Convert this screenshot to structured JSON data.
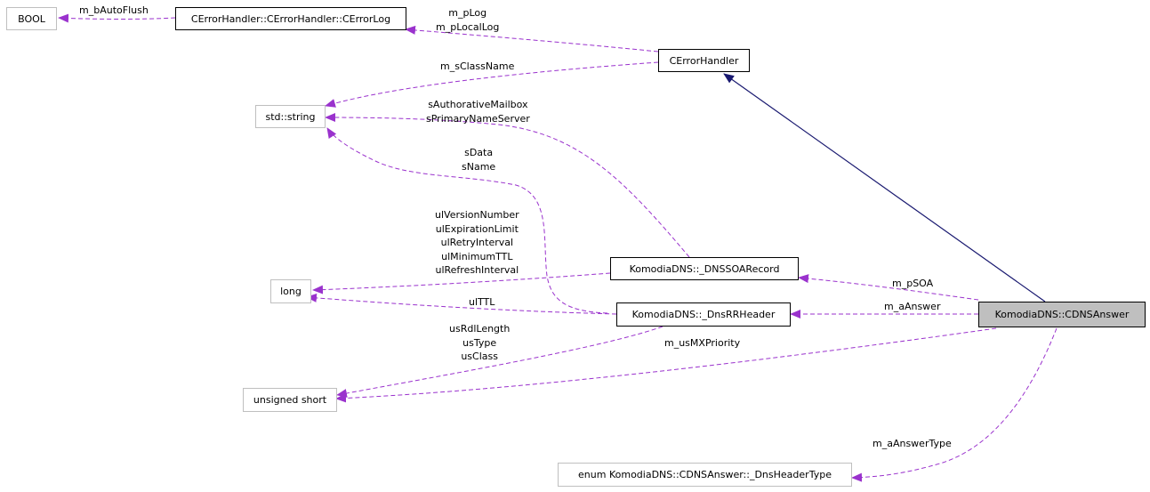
{
  "nodes": {
    "bool": "BOOL",
    "cerrorlog": "CErrorHandler::CErrorHandler::CErrorLog",
    "cerrorhandler": "CErrorHandler",
    "stdstring": "std::string",
    "soarecord": "KomodiaDNS::_DNSSOARecord",
    "long": "long",
    "rrheader": "KomodiaDNS::_DnsRRHeader",
    "cdnsanswer": "KomodiaDNS::CDNSAnswer",
    "ushort": "unsigned short",
    "headertype": "enum KomodiaDNS::CDNSAnswer::_DnsHeaderType"
  },
  "labels": {
    "autoflush": [
      "m_bAutoFlush"
    ],
    "plog": [
      "m_pLog",
      "m_pLocalLog"
    ],
    "classname": [
      "m_sClassName"
    ],
    "mailbox": [
      "sAuthorativeMailbox",
      "sPrimaryNameServer"
    ],
    "sdata": [
      "sData",
      "sName"
    ],
    "soalong": [
      "ulVersionNumber",
      "ulExpirationLimit",
      "ulRetryInterval",
      "ulMinimumTTL",
      "ulRefreshInterval"
    ],
    "psoa": [
      "m_pSOA"
    ],
    "ulttl": [
      "ulTTL"
    ],
    "aanswer": [
      "m_aAnswer"
    ],
    "rdl": [
      "usRdlLength",
      "usType",
      "usClass"
    ],
    "mx": [
      "m_usMXPriority"
    ],
    "answertype": [
      "m_aAnswerType"
    ]
  },
  "colors": {
    "usage_edge": "#9a32cd",
    "inheritance_edge": "#191970",
    "current_fill": "#bfbfbf",
    "faint_border": "#bfbfbf"
  }
}
